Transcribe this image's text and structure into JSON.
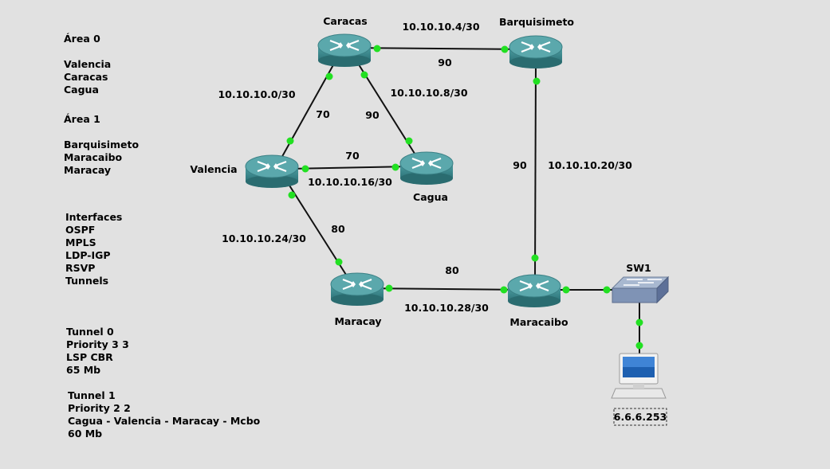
{
  "notes": {
    "area0_title": "Área 0",
    "area0_items": [
      "Valencia",
      "Caracas",
      "Cagua"
    ],
    "area1_title": "Área 1",
    "area1_items": [
      "Barquisimeto",
      "Maracaibo",
      "Maracay"
    ],
    "interfaces_title": "Interfaces",
    "interfaces_items": [
      "OSPF",
      "MPLS",
      "LDP-IGP",
      "RSVP",
      "Tunnels"
    ],
    "tunnel0": [
      "Tunnel 0",
      "Priority 3 3",
      "LSP CBR",
      "65 Mb"
    ],
    "tunnel1": [
      "Tunnel 1",
      "Priority 2 2",
      "Cagua - Valencia - Maracay - Mcbo",
      "60 Mb"
    ]
  },
  "routers": {
    "caracas": "Caracas",
    "barquisimeto": "Barquisimeto",
    "valencia": "Valencia",
    "cagua": "Cagua",
    "maracay": "Maracay",
    "maracaibo": "Maracaibo"
  },
  "switch": "SW1",
  "pc_address": "6.6.6.253",
  "links": {
    "caracas_barquisimeto": {
      "subnet": "10.10.10.4/30",
      "cost": "90"
    },
    "caracas_valencia": {
      "subnet": "10.10.10.0/30",
      "cost": "70"
    },
    "caracas_cagua": {
      "subnet": "10.10.10.8/30",
      "cost": "90"
    },
    "valencia_cagua": {
      "subnet": "10.10.10.16/30",
      "cost": "70"
    },
    "valencia_maracay": {
      "subnet": "10.10.10.24/30",
      "cost": "80"
    },
    "maracay_maracaibo": {
      "subnet": "10.10.10.28/30",
      "cost": "80"
    },
    "barquisimeto_maracaibo": {
      "subnet": "10.10.10.20/30",
      "cost": "90"
    }
  },
  "colors": {
    "background": "#e1e1e1",
    "link_up": "#22e022",
    "router_body": "#3f8f93",
    "link_line": "#111111"
  }
}
